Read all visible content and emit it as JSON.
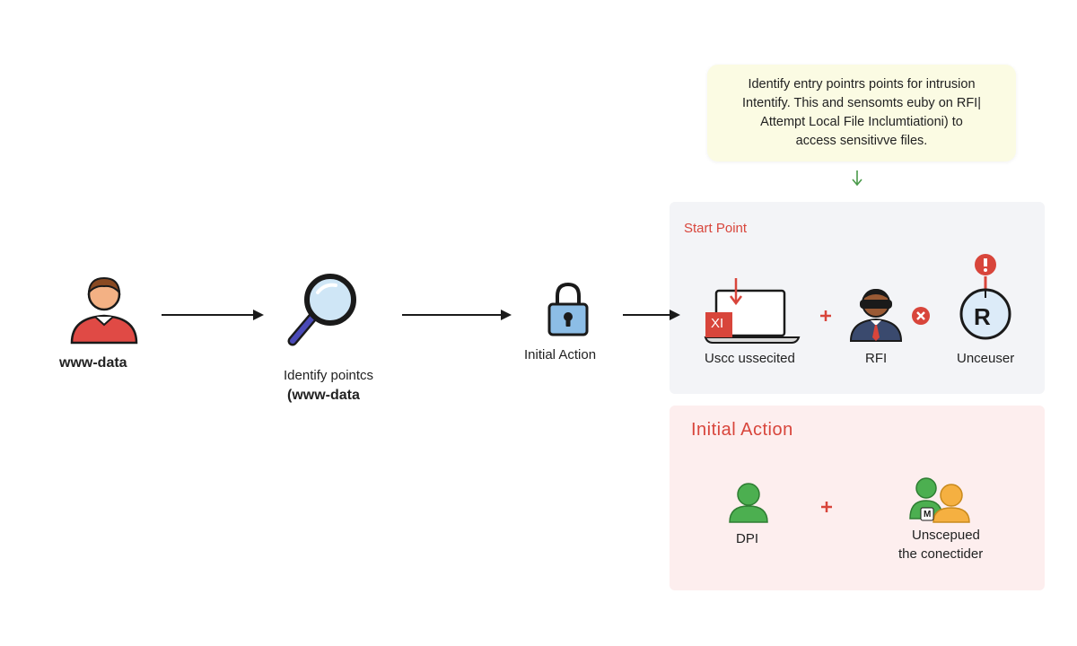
{
  "note": {
    "lines": [
      "Identify entry pointrs points for intrusion",
      "Intentify. This and sensomts euby on RFI|",
      "Attempt Local File Inclumtiationi) to",
      "access sensitivve files."
    ]
  },
  "flow": {
    "user_label": "www-data",
    "search_label_line1": "Identify pointcs",
    "search_label_line2": "(www-data",
    "lock_label": "Initial Action"
  },
  "start_panel": {
    "title": "Start Point",
    "items": [
      {
        "label": "Uscc ussecited",
        "badge": "XI"
      },
      {
        "label": "RFI"
      },
      {
        "label": "Unceuser",
        "badge": "R"
      }
    ]
  },
  "initial_panel": {
    "title": "Initial Action",
    "items": [
      {
        "label": "DPI"
      },
      {
        "label_line1": "Unscepued",
        "label_line2": "the conectider",
        "badge": "M"
      }
    ]
  },
  "colors": {
    "note_bg": "#fbfbe3",
    "start_panel_bg": "#f3f4f7",
    "initial_panel_bg": "#fdeeee",
    "accent_red": "#d8453b",
    "arrow_green": "#4a9a4a"
  }
}
